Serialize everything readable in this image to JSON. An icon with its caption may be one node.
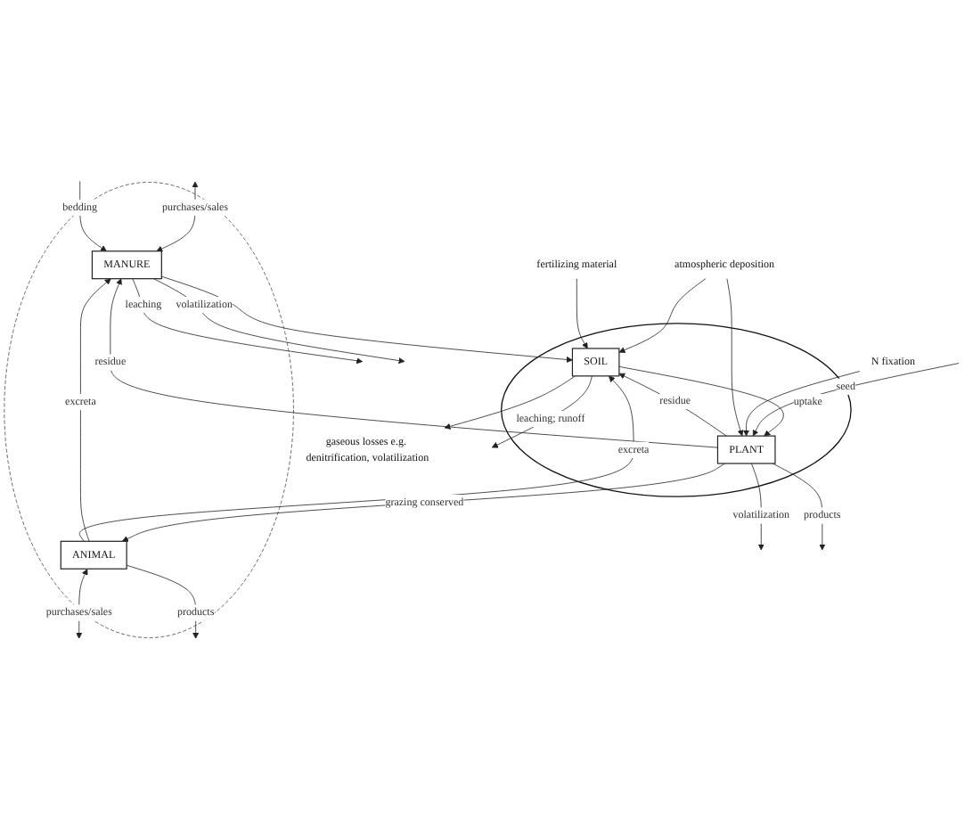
{
  "diagram": {
    "nodes": [
      {
        "text": [],
        "shape": "circle"
      },
      {
        "text": [
          "MANURE"
        ],
        "in": 0
      },
      {
        "text": [
          "ANIMAL"
        ],
        "in": 0
      },
      {
        "text": [],
        "shape": "circle"
      },
      {
        "text": [
          "PLANT"
        ],
        "in": 3
      },
      {
        "text": [
          "SOIL"
        ],
        "in": 3
      },
      {
        "text": [
          "N fixation"
        ]
      },
      {
        "text": [
          "atmospheric deposition"
        ]
      },
      {
        "text": [
          "fertilizing material"
        ]
      },
      {
        "text": [
          "gaseous losses e.g. denitrification, volatilization"
        ]
      }
    ],
    "edges": [
      {
        "from": null,
        "to": 1,
        "arrow": "both",
        "label": "purchases/sales"
      },
      {
        "from": null,
        "to": 1,
        "arrow": "to",
        "label": "bedding"
      },
      {
        "from": 1,
        "to": null,
        "arrow": "to",
        "label": "leaching"
      },
      {
        "from": 1,
        "to": null,
        "arrow": "to",
        "label": "volatilization"
      },
      {
        "from": 2,
        "to": null,
        "arrow": "both",
        "label": "purchases/sales"
      },
      {
        "from": 2,
        "to": null,
        "arrow": "to",
        "label": "products"
      },
      {
        "from": 2,
        "to": 1,
        "arrow": "to",
        "label": "excreta"
      },
      {
        "from": 2,
        "to": 5,
        "arrow": "to",
        "label": "excreta"
      },
      {
        "from": 4,
        "to": 2,
        "arrow": "to",
        "label": "grazing conserved"
      },
      {
        "from": 4,
        "to": 1,
        "arrow": "to",
        "label": "residue"
      },
      {
        "from": 1,
        "to": 5,
        "arrow": "to"
      },
      {
        "from": 5,
        "to": 4,
        "arrow": "to",
        "label": "uptake"
      },
      {
        "from": 4,
        "to": 5,
        "arrow": "to",
        "label": "residue"
      },
      {
        "from": 4,
        "to": null,
        "arrow": "to",
        "label": "volatilization"
      },
      {
        "from": 4,
        "to": null,
        "arrow": "to",
        "label": "products"
      },
      {
        "from": null,
        "to": 4,
        "arrow": "to",
        "label": "seed"
      },
      {
        "from": 6,
        "to": 4,
        "arrow": "to"
      },
      {
        "from": 7,
        "to": 4,
        "arrow": "to"
      },
      {
        "from": 7,
        "to": 5,
        "arrow": "to"
      },
      {
        "from": 8,
        "to": 5,
        "arrow": "to"
      },
      {
        "from": 5,
        "to": null,
        "arrow": "to",
        "label": "leaching; runoff"
      },
      {
        "from": 5,
        "to": 9,
        "arrow": "to"
      }
    ]
  }
}
